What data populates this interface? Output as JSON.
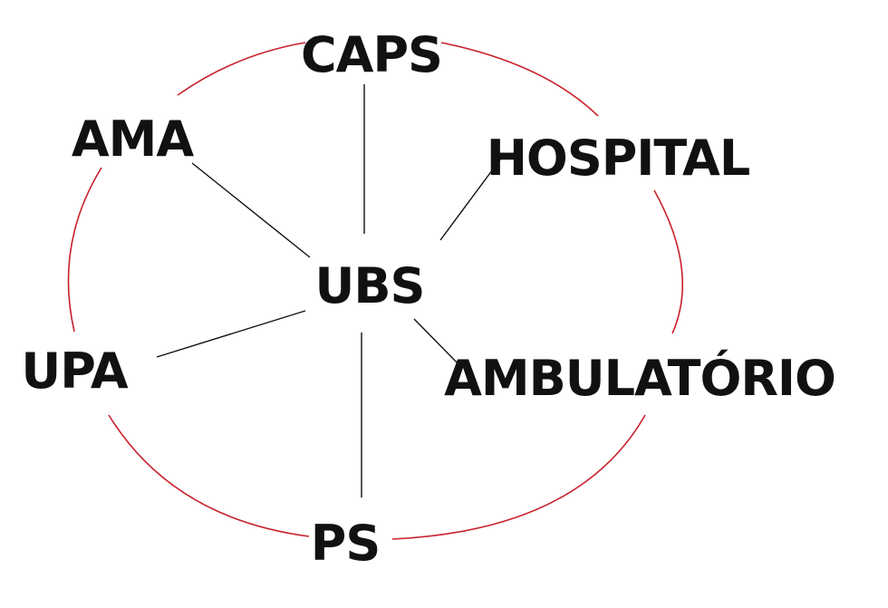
{
  "diagram": {
    "center": {
      "id": "ubs",
      "label": "UBS"
    },
    "nodes": [
      {
        "id": "caps",
        "label": "CAPS"
      },
      {
        "id": "hospital",
        "label": "HOSPITAL"
      },
      {
        "id": "ambulatorio",
        "label": "AMBULATÓRIO"
      },
      {
        "id": "ps",
        "label": "PS"
      },
      {
        "id": "upa",
        "label": "UPA"
      },
      {
        "id": "ama",
        "label": "AMA"
      }
    ],
    "connector_color": "#111111",
    "ring_color": "#c8202a"
  }
}
